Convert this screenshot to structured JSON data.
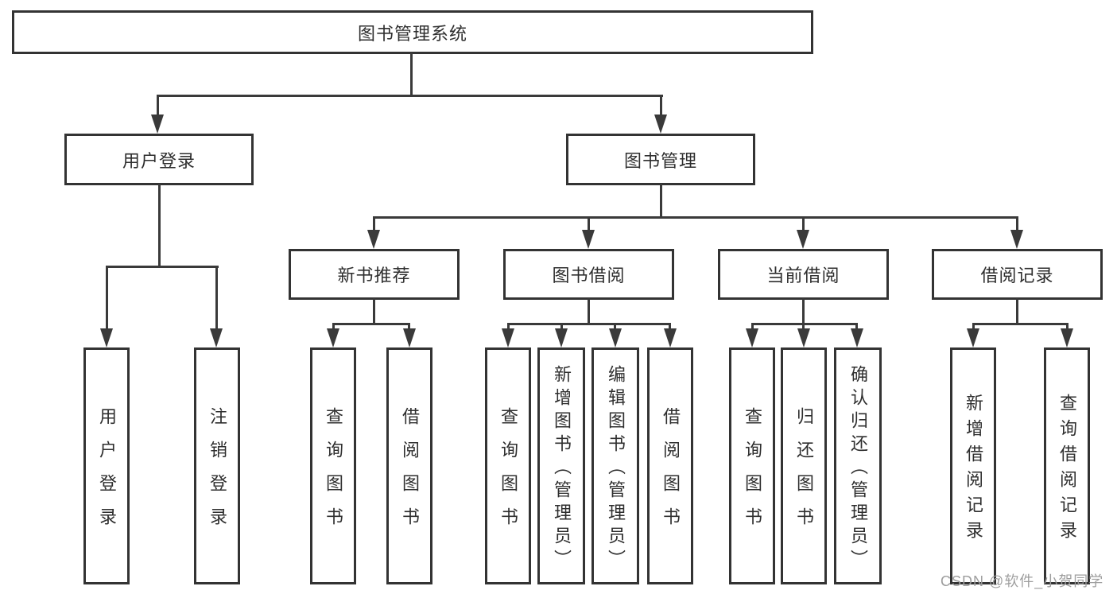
{
  "tree": {
    "root": {
      "label": "图书管理系统"
    },
    "branches": [
      {
        "label": "用户登录",
        "children": [
          {
            "label": "用户登录"
          },
          {
            "label": "注销登录"
          }
        ]
      },
      {
        "label": "图书管理",
        "children": [
          {
            "label": "新书推荐",
            "children": [
              {
                "label": "查询图书"
              },
              {
                "label": "借阅图书"
              }
            ]
          },
          {
            "label": "图书借阅",
            "children": [
              {
                "label": "查询图书"
              },
              {
                "label": "新增图书（管理员）"
              },
              {
                "label": "编辑图书（管理员）"
              },
              {
                "label": "借阅图书"
              }
            ]
          },
          {
            "label": "当前借阅",
            "children": [
              {
                "label": "查询图书"
              },
              {
                "label": "归还图书"
              },
              {
                "label": "确认归还（管理员）"
              }
            ]
          },
          {
            "label": "借阅记录",
            "children": [
              {
                "label": "新增借阅记录"
              },
              {
                "label": "查询借阅记录"
              }
            ]
          }
        ]
      }
    ]
  },
  "watermark": {
    "text": "CSDN @软件_小贺同学"
  },
  "colors": {
    "line": "#3a3a3a",
    "border": "#333333",
    "text": "#2e2e2e",
    "watermark": "#9e9e9e",
    "background": "#ffffff"
  }
}
